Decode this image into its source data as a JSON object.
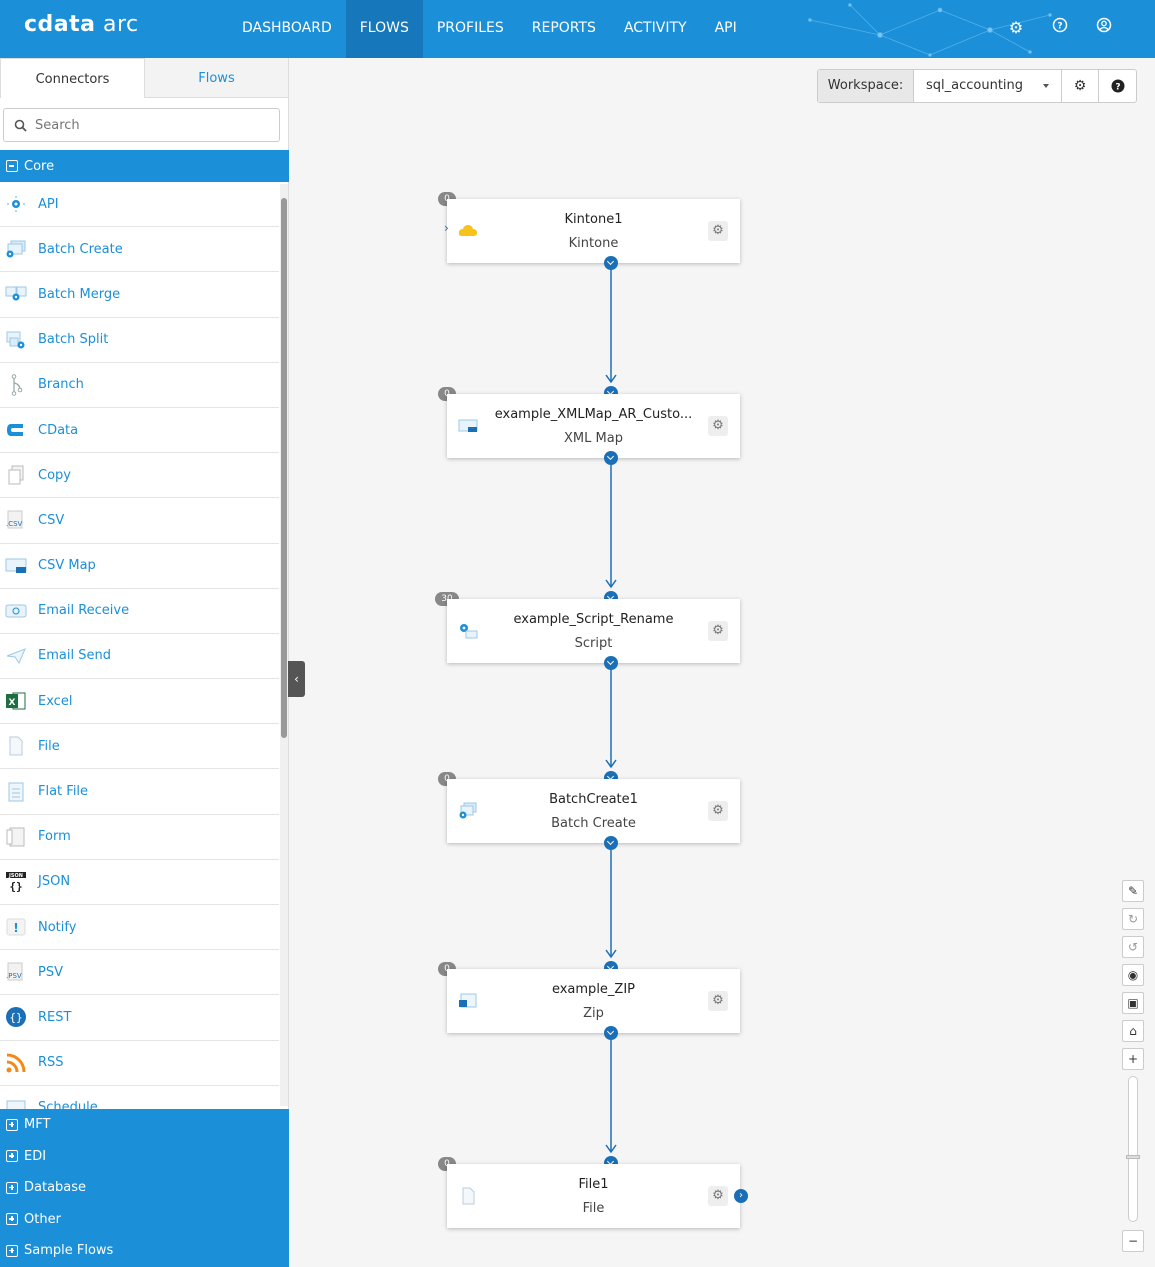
{
  "app": {
    "logo_bold": "cdata",
    "logo_light": "arc"
  },
  "nav": {
    "items": [
      "DASHBOARD",
      "FLOWS",
      "PROFILES",
      "REPORTS",
      "ACTIVITY",
      "API"
    ],
    "active": "FLOWS"
  },
  "sidebar": {
    "tabs": [
      "Connectors",
      "Flows"
    ],
    "search_placeholder": "Search",
    "core_label": "Core",
    "connectors": [
      "API",
      "Batch Create",
      "Batch Merge",
      "Batch Split",
      "Branch",
      "CData",
      "Copy",
      "CSV",
      "CSV Map",
      "Email Receive",
      "Email Send",
      "Excel",
      "File",
      "Flat File",
      "Form",
      "JSON",
      "Notify",
      "PSV",
      "REST",
      "RSS",
      "Schedule"
    ],
    "sections": [
      "MFT",
      "EDI",
      "Database",
      "Other",
      "Sample Flows"
    ]
  },
  "workspace": {
    "label": "Workspace:",
    "value": "sql_accounting"
  },
  "flow": {
    "nodes": [
      {
        "name": "Kintone1",
        "type": "Kintone",
        "badge": "0"
      },
      {
        "name": "example_XMLMap_AR_Custo...",
        "type": "XML Map",
        "badge": "0"
      },
      {
        "name": "example_Script_Rename",
        "type": "Script",
        "badge": "30"
      },
      {
        "name": "BatchCreate1",
        "type": "Batch Create",
        "badge": "0"
      },
      {
        "name": "example_ZIP",
        "type": "Zip",
        "badge": "0"
      },
      {
        "name": "File1",
        "type": "File",
        "badge": "0"
      }
    ]
  },
  "colors": {
    "brand": "#1b8fd8",
    "nav_active": "#1677bb",
    "port": "#1b6fb6"
  }
}
